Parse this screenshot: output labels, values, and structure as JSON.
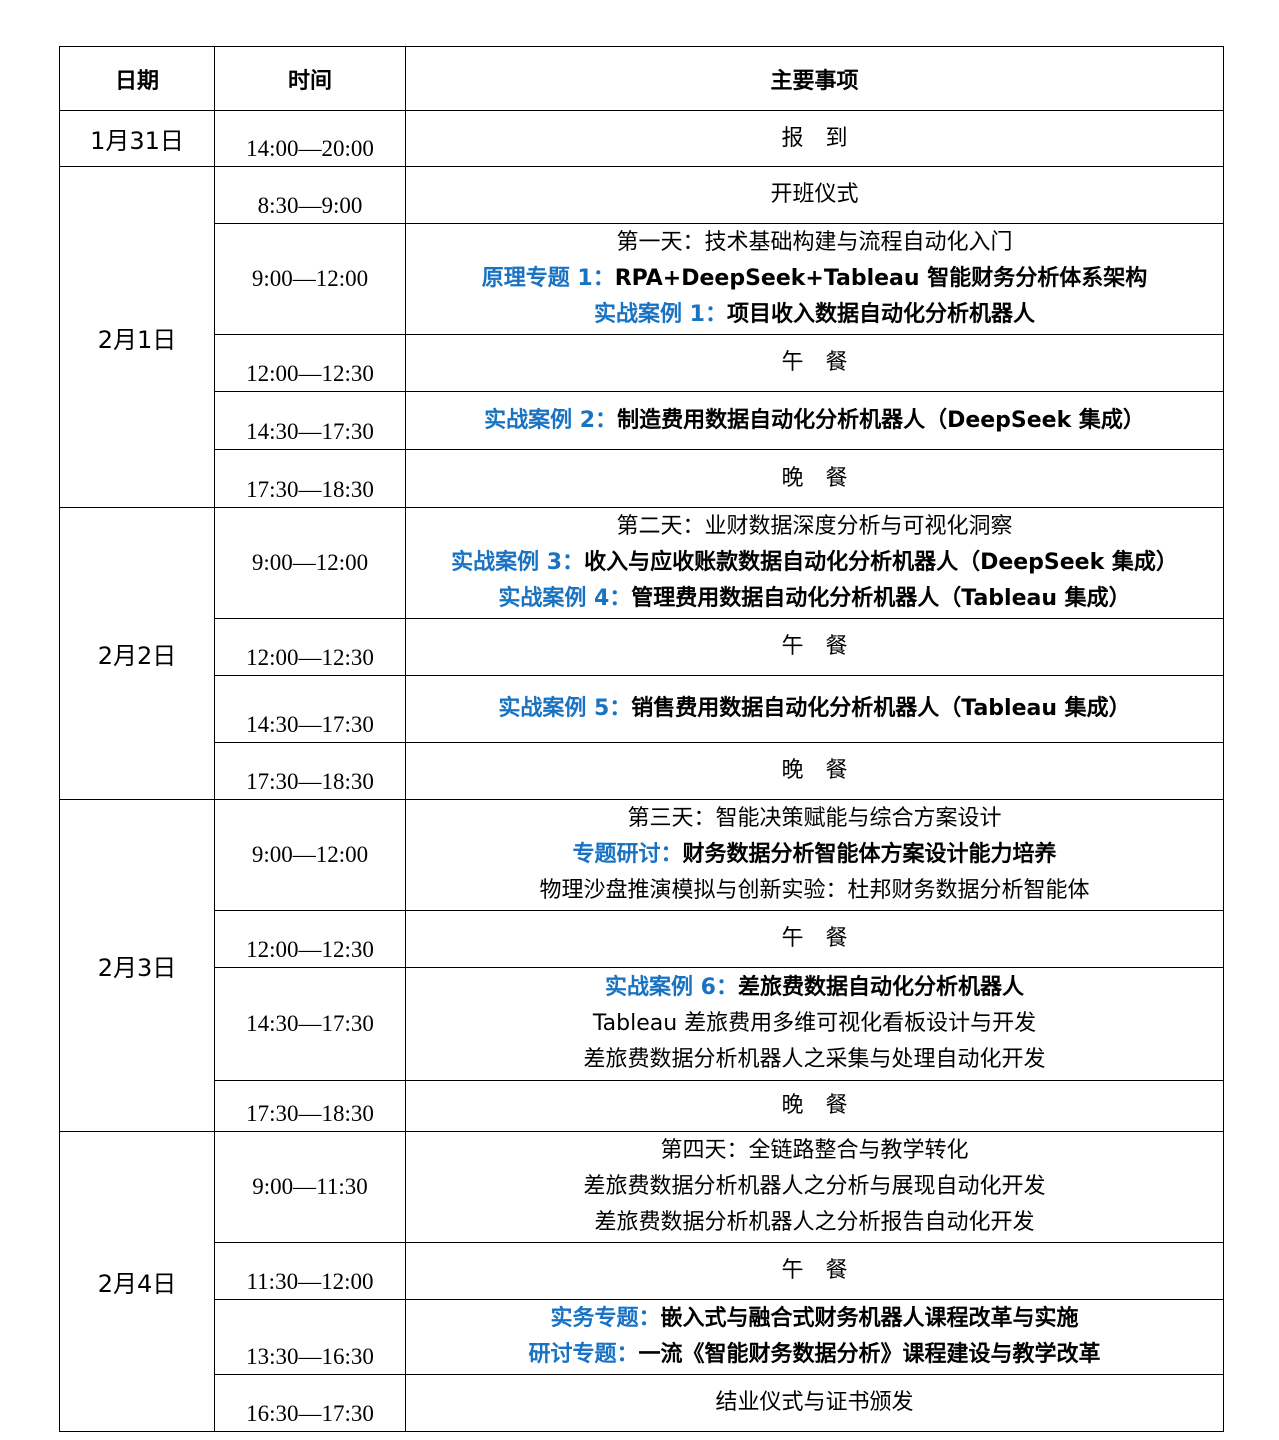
{
  "headers": {
    "date": "日期",
    "time": "时间",
    "items": "主要事项"
  },
  "colors": {
    "highlight": "#1a73c2"
  },
  "days": [
    {
      "date": "1月31日",
      "slots": [
        {
          "time": "14:00—20:00",
          "h": 56,
          "lines": [
            {
              "text": "报　到"
            }
          ]
        }
      ]
    },
    {
      "date": "2月1日",
      "slots": [
        {
          "time": "8:30—9:00",
          "h": 57,
          "lines": [
            {
              "text": "开班仪式"
            }
          ]
        },
        {
          "time": "9:00—12:00",
          "h": 111,
          "mid": true,
          "lines": [
            {
              "text": "第一天：技术基础构建与流程自动化入门"
            },
            {
              "hl": "原理专题 1：",
              "text": "RPA+DeepSeek+Tableau 智能财务分析体系架构",
              "bold": true
            },
            {
              "hl": "实战案例 1：",
              "text": "项目收入数据自动化分析机器人",
              "bold": true
            }
          ]
        },
        {
          "time": "12:00—12:30",
          "h": 57,
          "lines": [
            {
              "text": "午　餐"
            }
          ]
        },
        {
          "time": "14:30—17:30",
          "h": 58,
          "lines": [
            {
              "hl": "实战案例 2：",
              "text": "制造费用数据自动化分析机器人（DeepSeek 集成）",
              "bold": true
            }
          ]
        },
        {
          "time": "17:30—18:30",
          "h": 58,
          "lines": [
            {
              "text": "晚　餐"
            }
          ]
        }
      ]
    },
    {
      "date": "2月2日",
      "slots": [
        {
          "time": "9:00—12:00",
          "h": 111,
          "mid": true,
          "lines": [
            {
              "text": "第二天：业财数据深度分析与可视化洞察"
            },
            {
              "hl": "实战案例 3：",
              "text": "收入与应收账款数据自动化分析机器人（DeepSeek 集成）",
              "bold": true
            },
            {
              "hl": "实战案例 4：",
              "text": "管理费用数据自动化分析机器人（Tableau 集成）",
              "bold": true
            }
          ]
        },
        {
          "time": "12:00—12:30",
          "h": 57,
          "lines": [
            {
              "text": "午　餐"
            }
          ]
        },
        {
          "time": "14:30—17:30",
          "h": 67,
          "lines": [
            {
              "hl": "实战案例 5：",
              "text": "销售费用数据自动化分析机器人（Tableau 集成）",
              "bold": true
            }
          ]
        },
        {
          "time": "17:30—18:30",
          "h": 57,
          "lines": [
            {
              "text": "晚　餐"
            }
          ]
        }
      ]
    },
    {
      "date": "2月3日",
      "slots": [
        {
          "time": "9:00—12:00",
          "h": 111,
          "mid": true,
          "lines": [
            {
              "text": "第三天：智能决策赋能与综合方案设计"
            },
            {
              "hl": "专题研讨：",
              "text": "财务数据分析智能体方案设计能力培养",
              "bold": true
            },
            {
              "text": "物理沙盘推演模拟与创新实验：杜邦财务数据分析智能体"
            }
          ]
        },
        {
          "time": "12:00—12:30",
          "h": 57,
          "lines": [
            {
              "text": "午　餐"
            }
          ]
        },
        {
          "time": "14:30—17:30",
          "h": 113,
          "mid": true,
          "lines": [
            {
              "hl": "实战案例 6：",
              "text": "差旅费数据自动化分析机器人",
              "bold": true
            },
            {
              "text": "Tableau 差旅费用多维可视化看板设计与开发"
            },
            {
              "text": "差旅费数据分析机器人之采集与处理自动化开发"
            }
          ]
        },
        {
          "time": "17:30—18:30",
          "h": 51,
          "lines": [
            {
              "text": "晚　餐"
            }
          ]
        }
      ]
    },
    {
      "date": "2月4日",
      "slots": [
        {
          "time": "9:00—11:30",
          "h": 111,
          "mid": true,
          "lines": [
            {
              "text": "第四天：全链路整合与教学转化"
            },
            {
              "text": "差旅费数据分析机器人之分析与展现自动化开发"
            },
            {
              "text": "差旅费数据分析机器人之分析报告自动化开发"
            }
          ]
        },
        {
          "time": "11:30—12:00",
          "h": 57,
          "lines": [
            {
              "text": "午　餐"
            }
          ]
        },
        {
          "time": "13:30—16:30",
          "h": 75,
          "lines": [
            {
              "hl": "实务专题：",
              "text": "嵌入式与融合式财务机器人课程改革与实施",
              "bold": true
            },
            {
              "hl": "研讨专题：",
              "text": "一流《智能财务数据分析》课程建设与教学改革",
              "bold": true
            }
          ]
        },
        {
          "time": "16:30—17:30",
          "h": 57,
          "lines": [
            {
              "text": "结业仪式与证书颁发"
            }
          ]
        }
      ]
    }
  ]
}
